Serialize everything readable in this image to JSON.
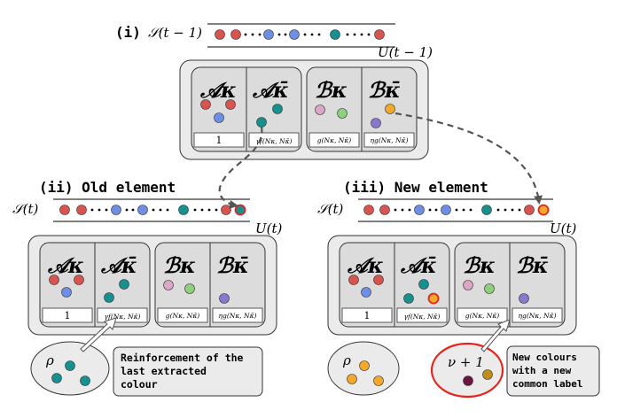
{
  "panel_i": {
    "label": "(i)",
    "sequence_label": "𝒮(t − 1)",
    "urn_label": "U(t − 1)",
    "boxes": {
      "A_k": {
        "label": "𝒜κ",
        "weight": "1"
      },
      "A_kbar": {
        "label": "𝒜κ̄",
        "weight": "γf(Nκ, Nκ̄)"
      },
      "B_k": {
        "label": "ℬκ",
        "weight": "g(Nκ, Nκ̄)"
      },
      "B_kbar": {
        "label": "ℬκ̄",
        "weight": "ηg(Nκ, Nκ̄)"
      }
    }
  },
  "panel_ii": {
    "label": "(ii) Old element",
    "sequence_label": "𝒮(t)",
    "urn_label": "U(t)",
    "boxes": {
      "A_k": {
        "label": "𝒜κ",
        "weight": "1"
      },
      "A_kbar": {
        "label": "𝒜κ̄",
        "weight": "γf(Nκ, Nκ̄)"
      },
      "B_k": {
        "label": "ℬκ",
        "weight": "g(Nκ, Nκ̄)"
      },
      "B_kbar": {
        "label": "ℬκ̄",
        "weight": "ηg(Nκ, Nκ̄)"
      }
    },
    "rho_label": "ρ",
    "note_lines": [
      "Reinforcement of the",
      "last extracted",
      "colour"
    ]
  },
  "panel_iii": {
    "label": "(iii) New element",
    "sequence_label": "𝒮(t)",
    "urn_label": "U(t)",
    "boxes": {
      "A_k": {
        "label": "𝒜κ",
        "weight": "1"
      },
      "A_kbar": {
        "label": "𝒜κ̄",
        "weight": "γf(Nκ, Nκ̄)"
      },
      "B_k": {
        "label": "ℬκ",
        "weight": "g(Nκ, Nκ̄)"
      },
      "B_kbar": {
        "label": "ℬκ̄",
        "weight": "ηg(Nκ, Nκ̄)"
      }
    },
    "rho_label": "ρ",
    "nu_label": "ν + 1",
    "note_lines": [
      "New colours",
      "with a new",
      "common label"
    ]
  },
  "colors": {
    "red": "#d9534f",
    "blue": "#6f8fe6",
    "teal": "#17918f",
    "pink": "#dba6c8",
    "green": "#8fd07c",
    "orange": "#f4a92a",
    "purple": "#8a78cf",
    "maroon": "#6e1440",
    "olive": "#bf8e18",
    "highlight": "#e8231c",
    "panel_fill": "#ebebeb",
    "box_fill": "#dcdcdc"
  }
}
